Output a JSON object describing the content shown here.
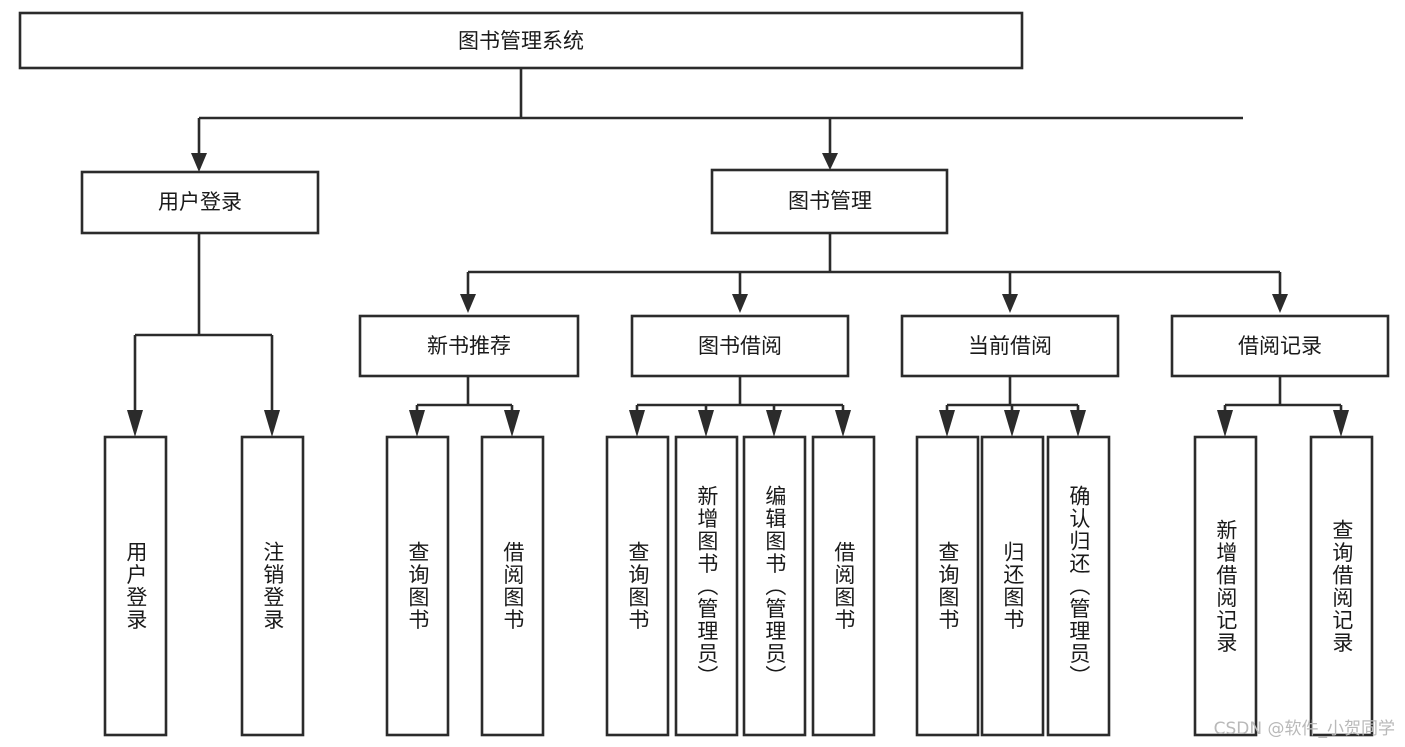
{
  "diagram": {
    "title": "图书管理系统",
    "type": "hierarchy-tree",
    "orientation": "top-down",
    "levels": 4
  },
  "root": {
    "label": "图书管理系统"
  },
  "level1": [
    {
      "id": "user-login",
      "label": "用户登录"
    },
    {
      "id": "book-management",
      "label": "图书管理"
    }
  ],
  "level2": [
    {
      "id": "new-book-recommend",
      "label": "新书推荐",
      "parent": "book-management"
    },
    {
      "id": "book-borrow",
      "label": "图书借阅",
      "parent": "book-management"
    },
    {
      "id": "current-borrow",
      "label": "当前借阅",
      "parent": "book-management"
    },
    {
      "id": "borrow-record",
      "label": "借阅记录",
      "parent": "book-management"
    }
  ],
  "leaves": {
    "user-login": [
      {
        "id": "leaf-user-login",
        "label": "用户登录"
      },
      {
        "id": "leaf-user-logout",
        "label": "注销登录"
      }
    ],
    "new-book-recommend": [
      {
        "id": "leaf-query-book-1",
        "label": "查询图书"
      },
      {
        "id": "leaf-borrow-book-1",
        "label": "借阅图书"
      }
    ],
    "book-borrow": [
      {
        "id": "leaf-query-book-2",
        "label": "查询图书"
      },
      {
        "id": "leaf-add-book",
        "label": "新增图书（管理员）"
      },
      {
        "id": "leaf-edit-book",
        "label": "编辑图书（管理员）"
      },
      {
        "id": "leaf-borrow-book-2",
        "label": "借阅图书"
      }
    ],
    "current-borrow": [
      {
        "id": "leaf-query-book-3",
        "label": "查询图书"
      },
      {
        "id": "leaf-return-book",
        "label": "归还图书"
      },
      {
        "id": "leaf-confirm-return",
        "label": "确认归还（管理员）"
      }
    ],
    "borrow-record": [
      {
        "id": "leaf-add-record",
        "label": "新增借阅记录"
      },
      {
        "id": "leaf-query-record",
        "label": "查询借阅记录"
      }
    ]
  },
  "watermark": {
    "text": "CSDN @软件_小贺同学"
  },
  "colors": {
    "stroke": "#2b2b2b",
    "fill": "#ffffff",
    "text": "#1a1a1a",
    "watermark": "#b9b9b9"
  }
}
